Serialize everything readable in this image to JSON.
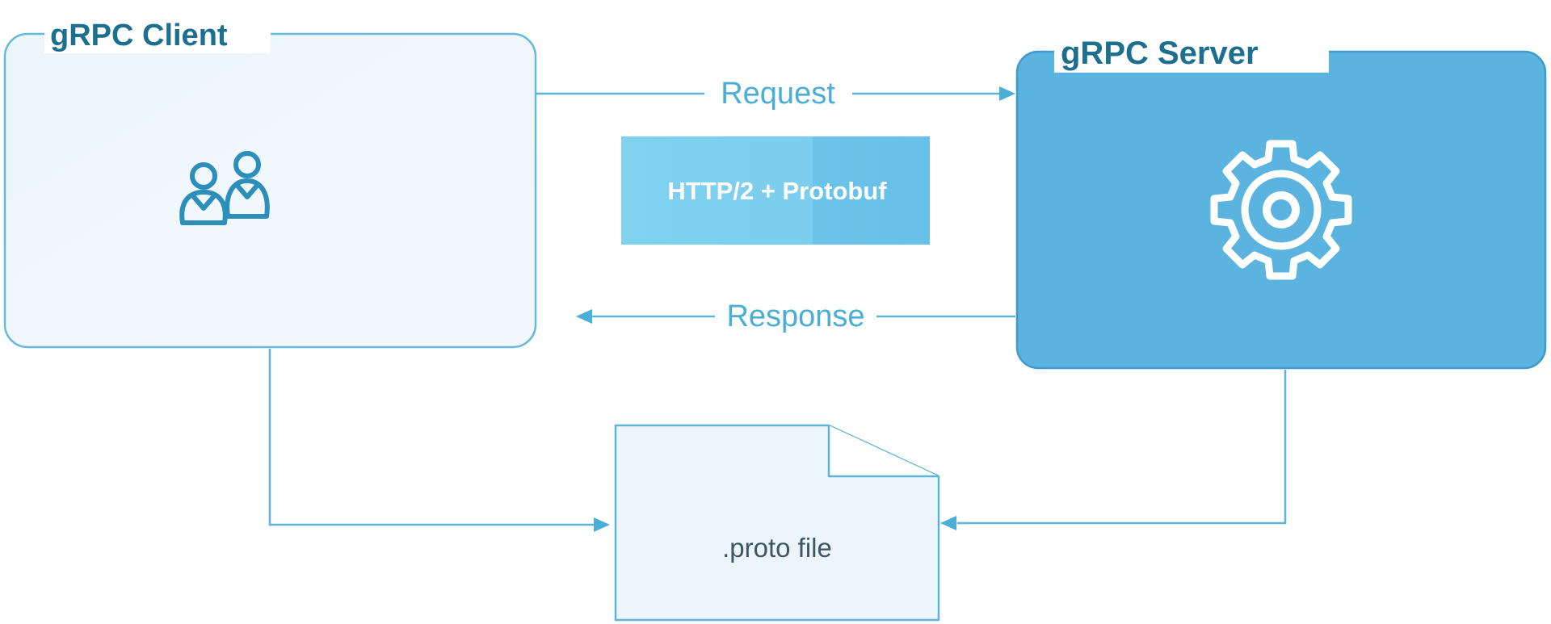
{
  "client": {
    "title": "gRPC Client",
    "icon": "users-icon"
  },
  "server": {
    "title": "gRPC Server",
    "icon": "gear-icon"
  },
  "request": {
    "label": "Request"
  },
  "response": {
    "label": "Response"
  },
  "protocol": {
    "label": "HTTP/2 + Protobuf"
  },
  "proto_file": {
    "label": ".proto file",
    "icon": "document-icon"
  },
  "colors": {
    "line": "#5fb4d8",
    "client_fill": "#eef6fc",
    "server_fill": "#5cb4e0",
    "server_border": "#3f9bcc",
    "title_text": "#1d6f8f",
    "label_text": "#4aaed6",
    "protocol_fill": "#7fd0ef",
    "protocol_text": "#ffffff",
    "proto_fill": "#edf5fc"
  }
}
